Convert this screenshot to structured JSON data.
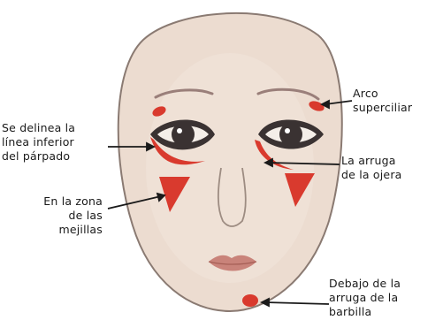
{
  "labels": {
    "arco_superciliar": "Arco\nsuperciliar",
    "delinea_parpado": "Se delinea la\nlínea inferior\ndel párpado",
    "arruga_ojera": "La arruga\nde la ojera",
    "mejillas": "En la zona\nde las\nmejillas",
    "barbilla": "Debajo de la\narruga de la\nbarbilla"
  },
  "colors": {
    "skin": "#ecdcd0",
    "outline": "#8a7a72",
    "accent_red": "#d93a2e",
    "eye_dark": "#3a3232",
    "lips": "#c9837a"
  }
}
